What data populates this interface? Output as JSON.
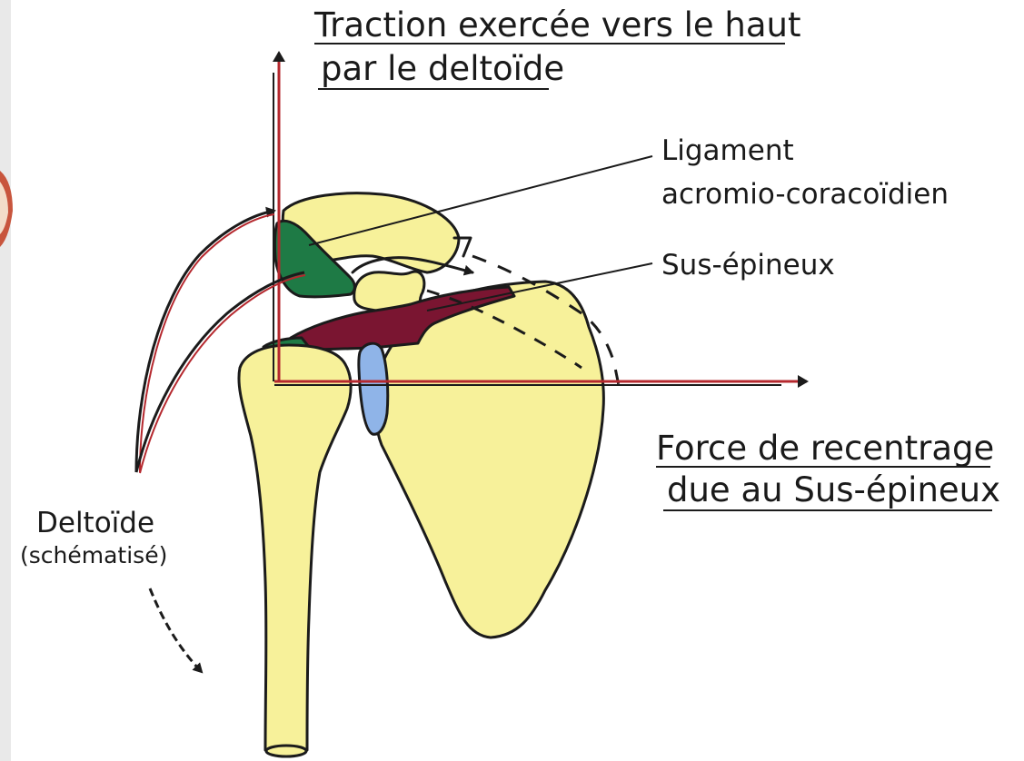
{
  "labels": {
    "traction_line1": "Traction exercée vers le haut",
    "traction_line2": "par le deltoïde",
    "ligament_line1": "Ligament",
    "ligament_line2": "acromio-coracoïdien",
    "sus_epineux": "Sus-épineux",
    "force_line1": "Force de recentrage",
    "force_line2": "due au Sus-épineux",
    "deltoide": "Deltoïde",
    "schematise": "(schématisé)"
  },
  "colors": {
    "bone": "#F7F19A",
    "deltoid_muscle": "#1E7A45",
    "supraspinatus_muscle": "#7A1531",
    "cartilage": "#8FB4E8",
    "force_arrow": "#B5282E",
    "ink": "#1B1B1B"
  }
}
